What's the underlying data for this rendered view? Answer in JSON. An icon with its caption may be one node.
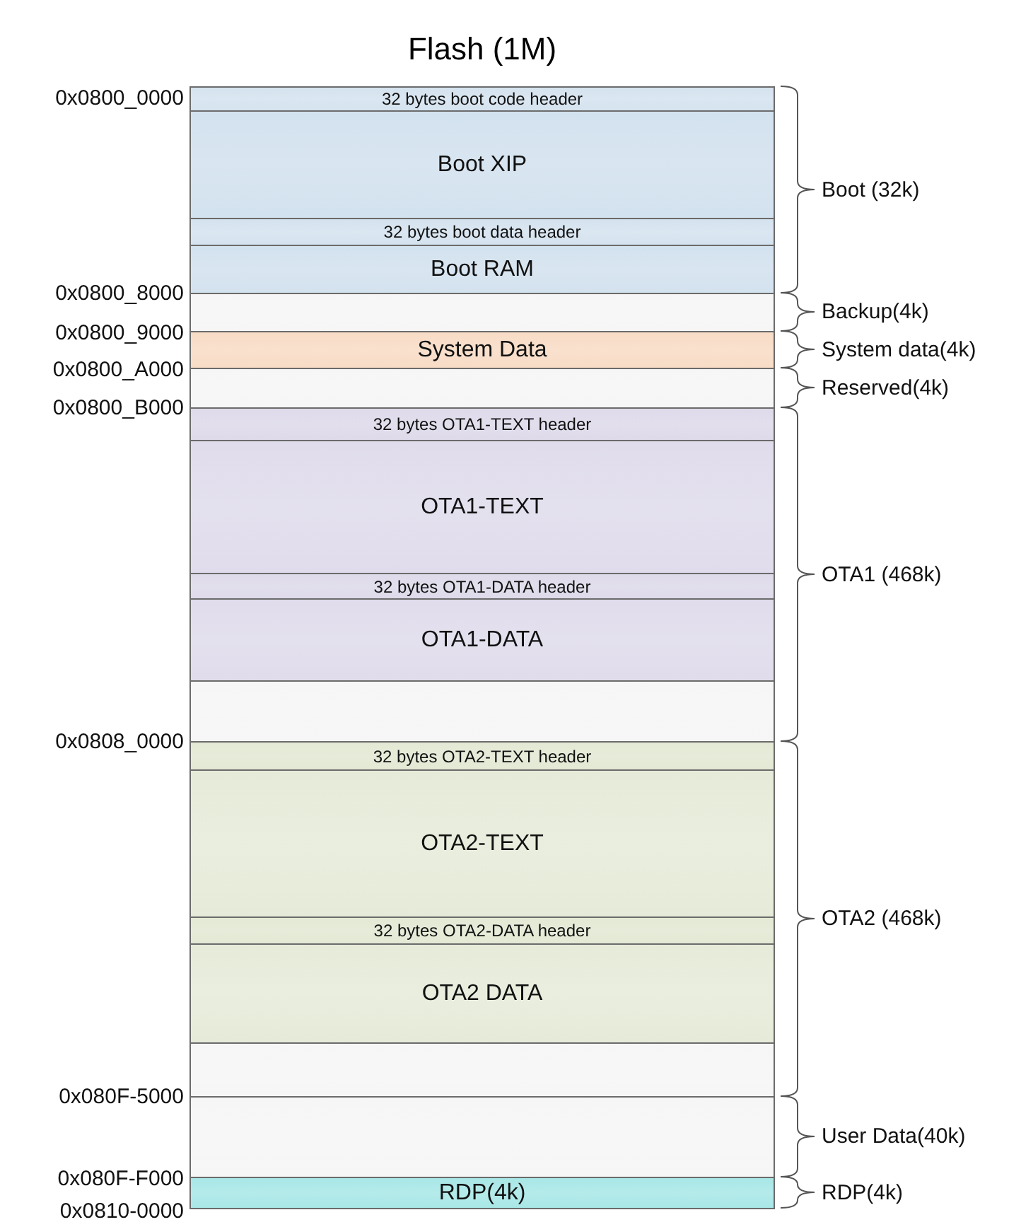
{
  "diagram": {
    "title": "Flash (1M)",
    "nodes": [
      {
        "text": [
          "32 bytes boot code header"
        ]
      },
      {
        "text": [
          "Boot XIP"
        ]
      },
      {
        "text": [
          "32 bytes boot data header"
        ]
      },
      {
        "text": [
          "Boot RAM"
        ]
      },
      {
        "text": [],
        "shape": "box"
      },
      {
        "text": [
          "System Data"
        ]
      },
      {
        "text": [],
        "shape": "box"
      },
      {
        "text": [
          "32 bytes OTA1-TEXT header"
        ]
      },
      {
        "text": [
          "OTA1-TEXT"
        ]
      },
      {
        "text": [
          "32 bytes OTA1-DATA header"
        ]
      },
      {
        "text": [
          "OTA1-DATA"
        ]
      },
      {
        "text": [],
        "shape": "box"
      },
      {
        "text": [
          "32 bytes OTA2-TEXT header"
        ]
      },
      {
        "text": [
          "OTA2-TEXT"
        ]
      },
      {
        "text": [
          "32 bytes OTA2-DATA header"
        ]
      },
      {
        "text": [
          "OTA2 DATA"
        ]
      },
      {
        "text": [],
        "shape": "box"
      },
      {
        "text": [],
        "shape": "box"
      },
      {
        "text": [
          "RDP(4k)"
        ]
      }
    ],
    "edges": [],
    "labels": [
      "0x0800_0000",
      "Boot (32k)",
      "0x0800_8000",
      "Backup(4k)",
      "0x0800_9000",
      "System data(4k)",
      "0x0800_A000",
      "Reserved(4k)",
      "0x0800_B000",
      "OTA1 (468k)",
      "0x0808_0000",
      "OTA2 (468k)",
      "0x080F-5000",
      "User Data(40k)",
      "0x080F-F000",
      "RDP(4k)",
      "0x0810-0000"
    ]
  }
}
